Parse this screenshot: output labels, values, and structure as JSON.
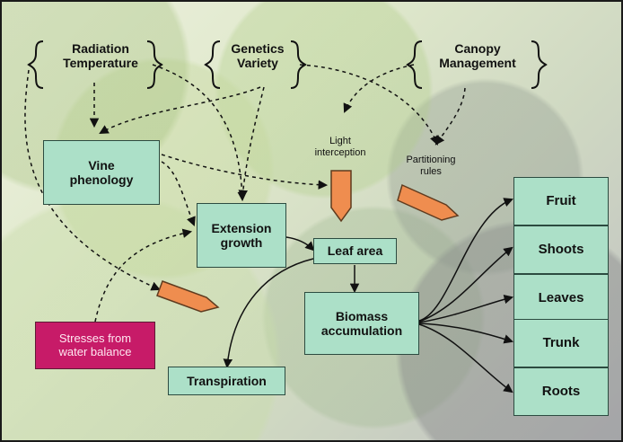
{
  "inputs": {
    "left": "Radiation\nTemperature",
    "middle": "Genetics\nVariety",
    "right": "Canopy\nManagement"
  },
  "factors": {
    "light_interception": "Light\ninterception",
    "partitioning_rules": "Partitioning\nrules"
  },
  "nodes": {
    "vine_phenology": "Vine\nphenology",
    "extension_growth": "Extension\ngrowth",
    "leaf_area": "Leaf area",
    "biomass_accumulation": "Biomass\naccumulation",
    "transpiration": "Transpiration",
    "stresses_from_water_balance": "Stresses from\nwater balance"
  },
  "outputs": {
    "fruit": "Fruit",
    "shoots": "Shoots",
    "leaves": "Leaves",
    "trunk": "Trunk",
    "roots": "Roots"
  },
  "colors": {
    "box_fill": "#ace0c8",
    "box_border": "#2c4b40",
    "stress_fill": "#c71b68",
    "arrow_fill": "#ef8d4f",
    "line_color": "#111111"
  }
}
